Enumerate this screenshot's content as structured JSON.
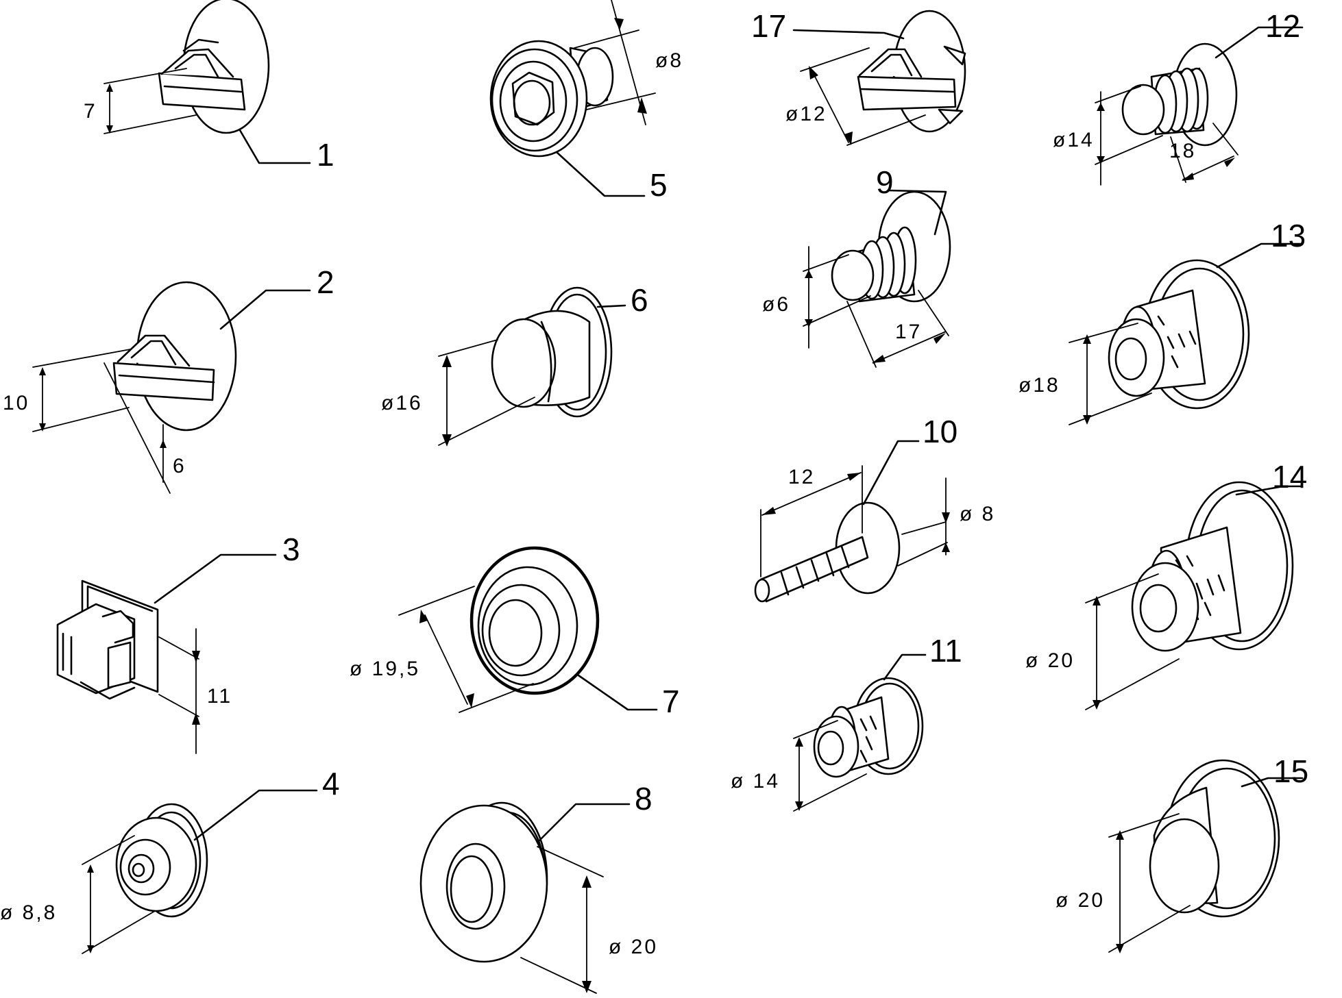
{
  "diagram": {
    "parts": [
      {
        "id": "1",
        "number": "1",
        "dims": [
          "7"
        ]
      },
      {
        "id": "2",
        "number": "2",
        "dims": [
          "10",
          "6"
        ]
      },
      {
        "id": "3",
        "number": "3",
        "dims": [
          "11"
        ]
      },
      {
        "id": "4",
        "number": "4",
        "dims": [
          "ø 8,8"
        ]
      },
      {
        "id": "5",
        "number": "5",
        "dims": [
          "ø8"
        ]
      },
      {
        "id": "6",
        "number": "6",
        "dims": [
          "ø16"
        ]
      },
      {
        "id": "7",
        "number": "7",
        "dims": [
          "ø 19,5"
        ]
      },
      {
        "id": "8",
        "number": "8",
        "dims": [
          "ø 20"
        ]
      },
      {
        "id": "9",
        "number": "9",
        "dims": [
          "ø6",
          "17"
        ]
      },
      {
        "id": "10",
        "number": "10",
        "dims": [
          "12",
          "ø 8"
        ]
      },
      {
        "id": "11",
        "number": "11",
        "dims": [
          "ø 14"
        ]
      },
      {
        "id": "12",
        "number": "12",
        "dims": [
          "ø14",
          "18"
        ]
      },
      {
        "id": "13",
        "number": "13",
        "dims": [
          "ø18"
        ]
      },
      {
        "id": "14",
        "number": "14",
        "dims": [
          "ø 20"
        ]
      },
      {
        "id": "15",
        "number": "15",
        "dims": [
          "ø 20"
        ]
      },
      {
        "id": "17",
        "number": "17",
        "dims": [
          "ø12"
        ]
      }
    ]
  }
}
